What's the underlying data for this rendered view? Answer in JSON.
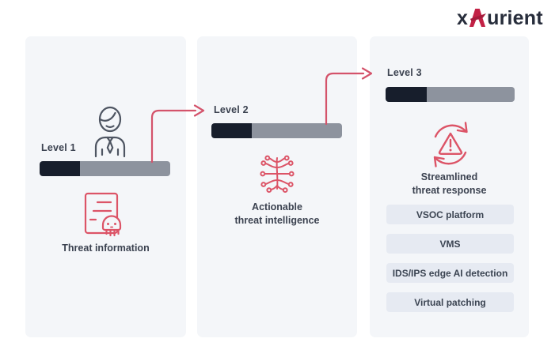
{
  "logo": {
    "prefix": "x",
    "accent_letter": "A",
    "suffix": "urient"
  },
  "panels": [
    {
      "level_label": "Level 1",
      "progress_percent": 31,
      "caption_lines": [
        "Threat information"
      ],
      "icons": [
        "businessman-icon",
        "threat-document-skull-icon"
      ]
    },
    {
      "level_label": "Level 2",
      "progress_percent": 31,
      "caption_lines": [
        "Actionable",
        "threat intelligence"
      ],
      "icons": [
        "neural-network-icon"
      ]
    },
    {
      "level_label": "Level 3",
      "progress_percent": 32,
      "caption_lines": [
        "Streamlined",
        "threat response"
      ],
      "icons": [
        "refresh-warning-icon"
      ],
      "buttons": [
        "VSOC platform",
        "VMS",
        "IDS/IPS edge AI detection",
        "Virtual patching"
      ]
    }
  ],
  "colors": {
    "accent_red": "#d4536b",
    "icon_red": "#dc5467",
    "bar_dark": "#171e2c",
    "bar_gray": "#8d939e",
    "panel_bg": "#f4f6f9",
    "chip_bg": "#e6eaf2",
    "text": "#3b4250",
    "logo_navy": "#272d3b",
    "logo_crimson": "#c22145"
  }
}
